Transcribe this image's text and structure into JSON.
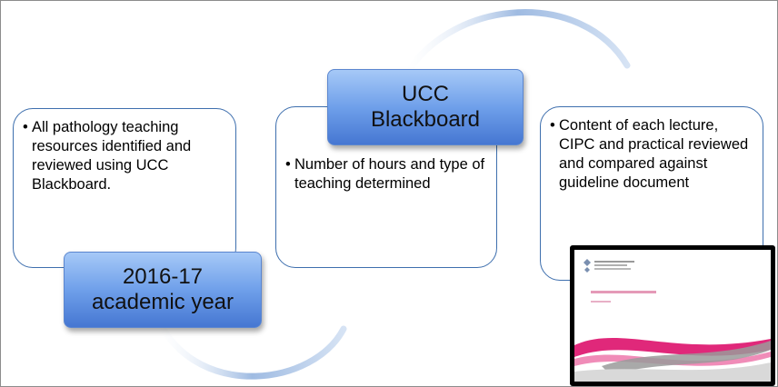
{
  "cards": [
    {
      "bullet": "All pathology teaching resources identified and reviewed using UCC Blackboard."
    },
    {
      "bullet": "Number of hours and type of teaching determined"
    },
    {
      "bullet": "Content of each lecture, CIPC and practical reviewed and compared against guideline document"
    }
  ],
  "labels": {
    "year": {
      "line1": "2016-17",
      "line2": "academic year"
    },
    "blackboard": {
      "line1": "UCC",
      "line2": "Blackboard"
    }
  },
  "colors": {
    "card_border": "#3e6fae",
    "label_fill_top": "#a6c9f7",
    "label_fill_bottom": "#4677d2",
    "arc": "#b5cbe8",
    "thumb_swoosh_pink": "#e0287a",
    "thumb_swoosh_gray": "#9a9a9a"
  }
}
